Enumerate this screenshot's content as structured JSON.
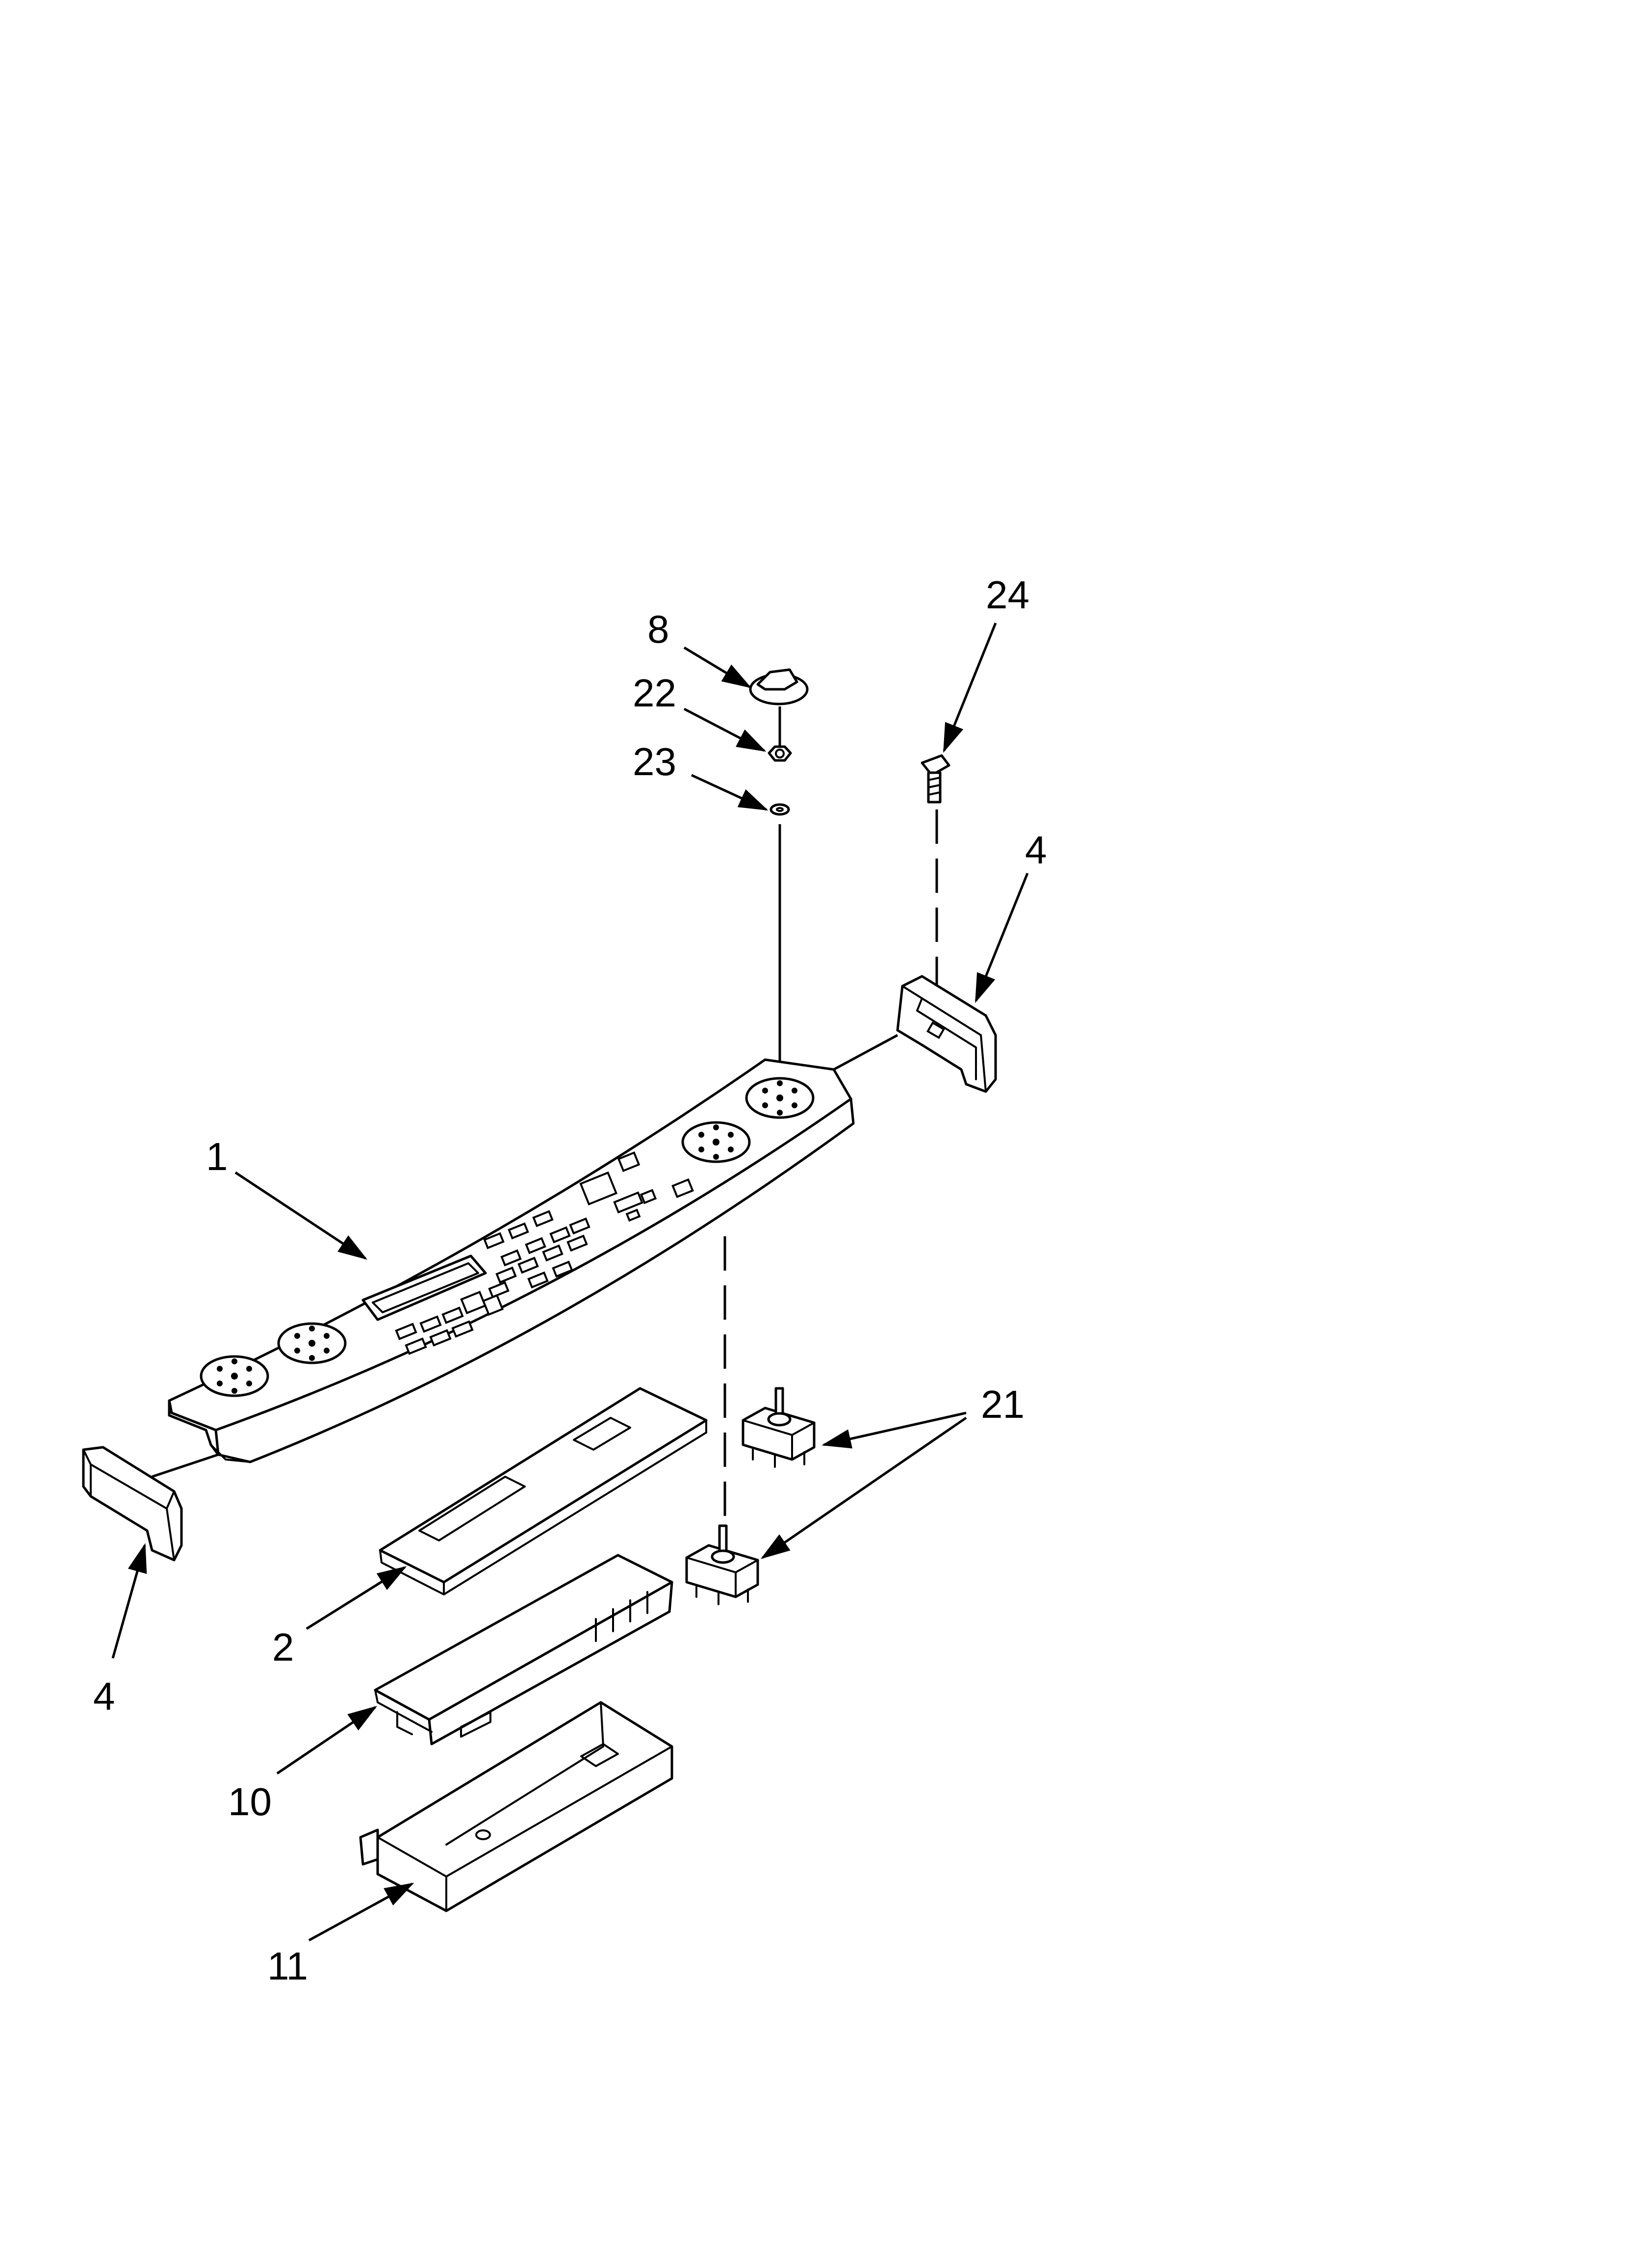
{
  "callouts": {
    "c1": "1",
    "c2": "2",
    "c4_left": "4",
    "c4_right": "4",
    "c8": "8",
    "c10": "10",
    "c11": "11",
    "c21": "21",
    "c22": "22",
    "c23": "23",
    "c24": "24"
  }
}
